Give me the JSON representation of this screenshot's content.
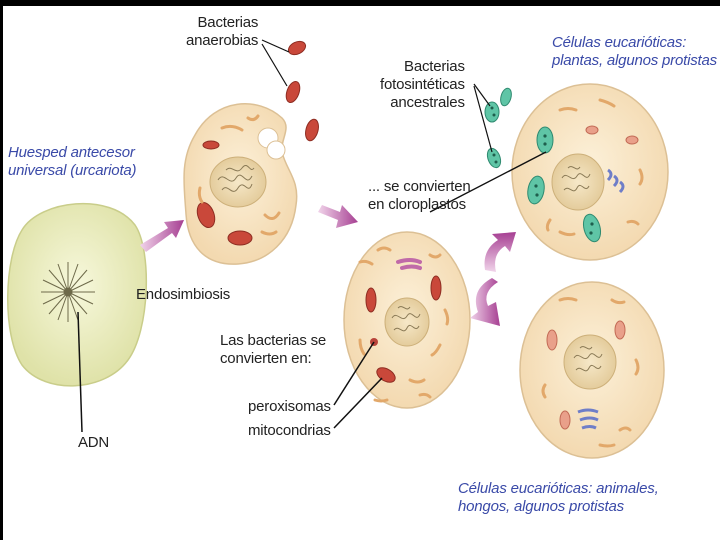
{
  "labels": {
    "host": "Huesped antecesor\nuniversal (urcariota)",
    "dna": "ADN",
    "endosymbiosis": "Endosimbiosis",
    "anaerobic": "Bacterias\nanaerobias",
    "photo_bacteria": "Bacterias\nfotosintéticas\nancestrales",
    "become_chloroplasts": "... se convierten\nen cloroplastos",
    "bacteria_become": "Las bacterias se\nconvierten en:",
    "peroxisomes": "peroxisomas",
    "mitochondria": "mitocondrias",
    "plants": "Células eucarióticas:\nplantas, algunos protistas",
    "animals": "Células eucarióticas: animales,\nhongos, algunos protistas"
  },
  "colors": {
    "label_blue": "#3a4aa8",
    "text": "#222222",
    "host_cell": "#eef0c2",
    "cell_fill": "#f8e6c6",
    "mitochondria": "#c9483a",
    "chloroplast": "#5fc5a6",
    "arrow": "#b04a9a"
  }
}
